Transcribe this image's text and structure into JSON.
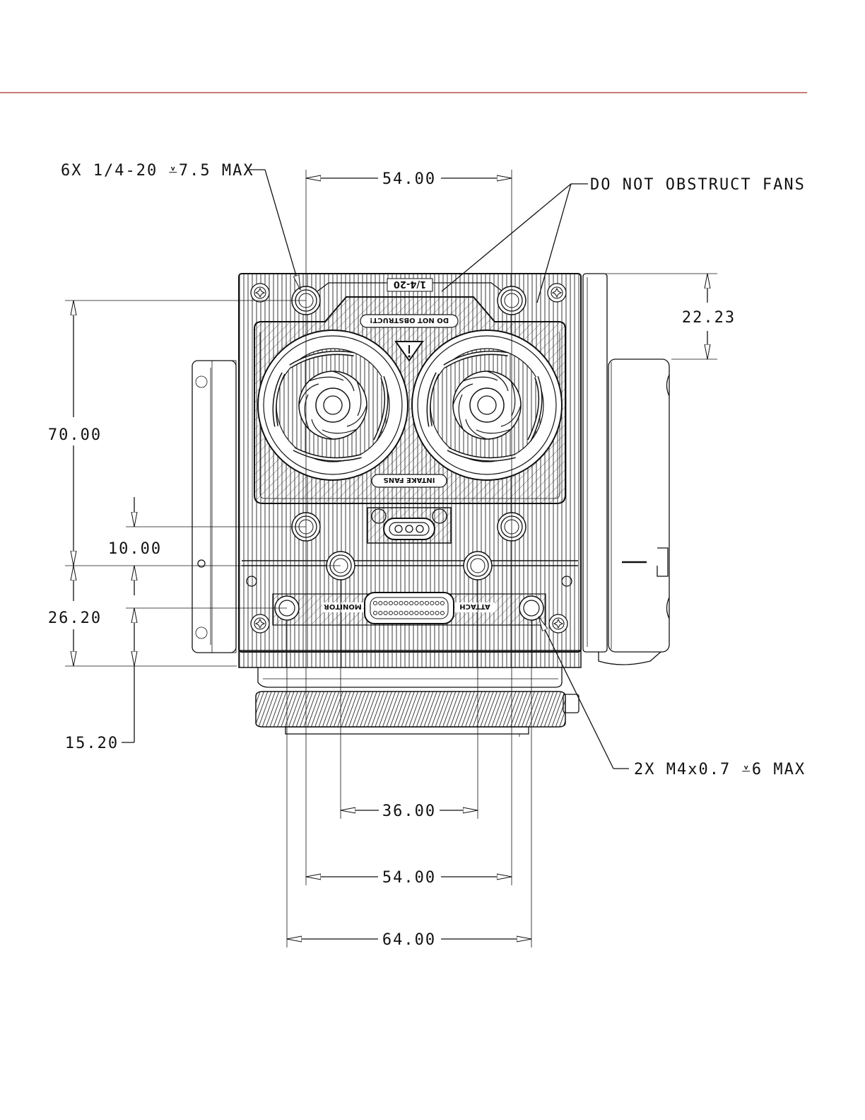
{
  "header": {
    "rule_color": "#b5524f"
  },
  "notes": {
    "mount_holes": "6X 1/4-20 ⩡7.5 MAX",
    "fans": "DO NOT OBSTRUCT FANS",
    "m4_holes": "2X M4x0.7 ⩡6 MAX"
  },
  "dimensions": {
    "top_width": "54.00",
    "right_offset": "22.23",
    "left_height": "70.00",
    "small_offset": "10.00",
    "lower_height": "26.20",
    "bottom_offset": "15.20",
    "inner_width": "36.00",
    "bottom_width": "54.00",
    "outer_width": "64.00"
  },
  "labels": {
    "thread": "1/4-20",
    "do_not_obstruct": "DO NOT OBSTRUCT!",
    "intake_fans": "INTAKE FANS",
    "monitor": "MONITOR",
    "attach": "ATTACH"
  },
  "icons": {
    "warning": "warning-triangle-icon",
    "fan": "fan-icon",
    "screw": "torx-screw-icon"
  }
}
